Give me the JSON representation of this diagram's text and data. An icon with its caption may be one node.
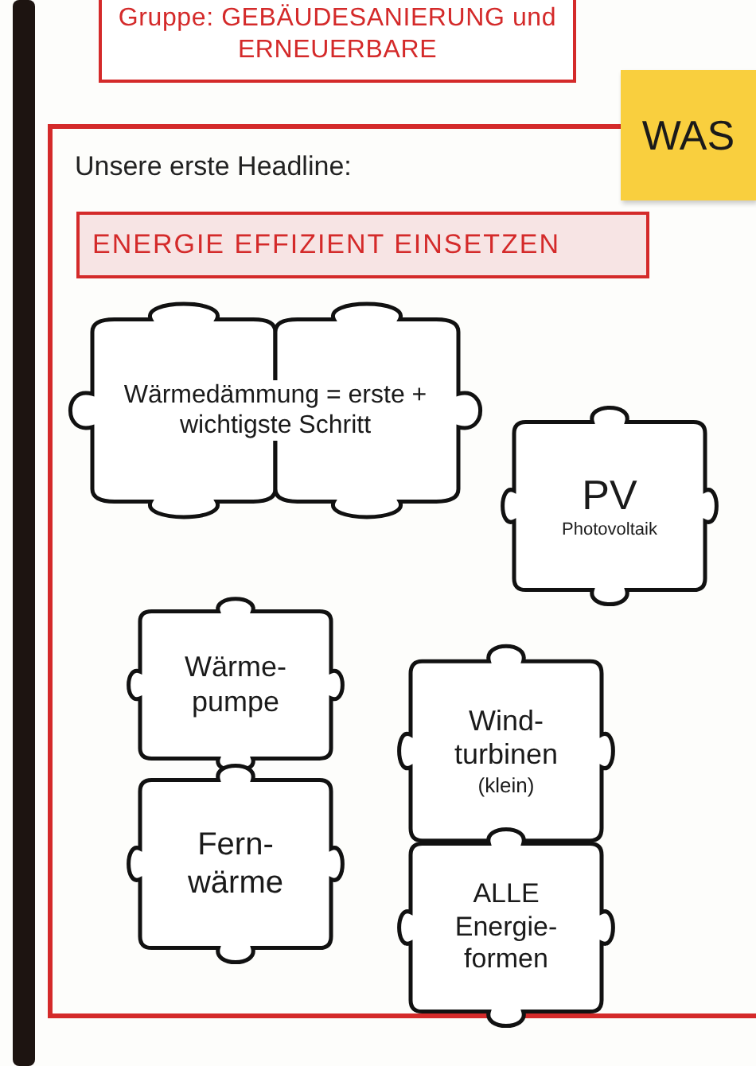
{
  "diagram": {
    "nodes": [
      {
        "text": [
          "Gruppe: GEBÄUDESANIERUNG und ERNEUERBARE"
        ]
      },
      {
        "text": [
          "Unsere erste Headline:"
        ]
      },
      {
        "text": [
          "ENERGIE EFFIZIENT EINSETZEN"
        ],
        "in": 1
      },
      {
        "text": [
          "WAS"
        ]
      },
      {
        "text": [
          "Wärmedämmung = erste + wichtigste Schritt"
        ],
        "in": 1
      },
      {
        "text": [
          "PV",
          "Photovoltaik"
        ],
        "in": 1
      },
      {
        "text": [
          "Wärme- pumpe"
        ],
        "in": 1
      },
      {
        "text": [
          "Fern- wärme"
        ],
        "in": 1
      },
      {
        "text": [
          "Wind- turbinen",
          "(klein)"
        ],
        "in": 1
      },
      {
        "text": [
          "ALLE Energie- formen"
        ],
        "in": 1
      }
    ],
    "edges": []
  }
}
